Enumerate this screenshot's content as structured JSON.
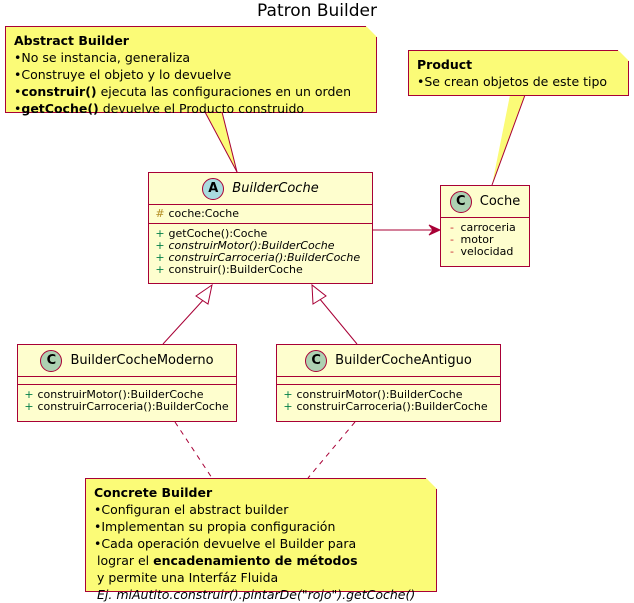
{
  "title": "Patron Builder",
  "notes": {
    "abstract": {
      "heading": "Abstract Builder",
      "lines": [
        {
          "bullet": "•",
          "pre": "",
          "bold": "",
          "post": "No se instancia, generaliza"
        },
        {
          "bullet": "•",
          "pre": "",
          "bold": "",
          "post": "Construye el objeto y lo devuelve"
        },
        {
          "bullet": "•",
          "pre": "",
          "bold": "construir()",
          "post": " ejecuta las configuraciones en un orden"
        },
        {
          "bullet": "•",
          "pre": "",
          "bold": "getCoche()",
          "post": " devuelve el Producto construido"
        }
      ]
    },
    "product": {
      "heading": "Product",
      "lines": [
        {
          "bullet": "•",
          "post": "Se crean objetos de este tipo"
        }
      ]
    },
    "concrete": {
      "heading": "Concrete Builder",
      "lines": [
        {
          "bullet": "•",
          "post": "Configuran el abstract builder"
        },
        {
          "bullet": "•",
          "post": "Implementan su propia configuración"
        },
        {
          "bullet": "•",
          "post": "Cada operación devuelve el Builder para"
        }
      ],
      "line4_pre": "lograr el ",
      "line4_bold": "encadenamiento de métodos",
      "line5": "y permite una Interfáz Fluida",
      "line6": "Ej. miAutito.construir().pintarDe(\"rojo\").getCoche()"
    }
  },
  "classes": {
    "builder_coche": {
      "stereotype": "A",
      "name": "BuilderCoche",
      "fields": [
        {
          "vis": "#",
          "text": "coche:Coche"
        }
      ],
      "methods": [
        {
          "vis": "+",
          "text": "getCoche():Coche",
          "italic": false
        },
        {
          "vis": "+",
          "text": "construirMotor():BuilderCoche",
          "italic": true
        },
        {
          "vis": "+",
          "text": "construirCarroceria():BuilderCoche",
          "italic": true
        },
        {
          "vis": "+",
          "text": "construir():BuilderCoche",
          "italic": false
        }
      ]
    },
    "coche": {
      "stereotype": "C",
      "name": "Coche",
      "fields": [
        {
          "vis": "-",
          "text": "carroceria"
        },
        {
          "vis": "-",
          "text": "motor"
        },
        {
          "vis": "-",
          "text": "velocidad"
        }
      ]
    },
    "moderno": {
      "stereotype": "C",
      "name": "BuilderCocheModerno",
      "methods": [
        {
          "vis": "+",
          "text": "construirMotor():BuilderCoche"
        },
        {
          "vis": "+",
          "text": "construirCarroceria():BuilderCoche"
        }
      ]
    },
    "antiguo": {
      "stereotype": "C",
      "name": "BuilderCocheAntiguo",
      "methods": [
        {
          "vis": "+",
          "text": "construirMotor():BuilderCoche"
        },
        {
          "vis": "+",
          "text": "construirCarroceria():BuilderCoche"
        }
      ]
    }
  },
  "colors": {
    "note_fill": "#FBFB77",
    "class_fill": "#FEFECE",
    "border": "#A80036",
    "abstract_badge": "#A9DCDF",
    "class_badge": "#ADD1B2"
  }
}
